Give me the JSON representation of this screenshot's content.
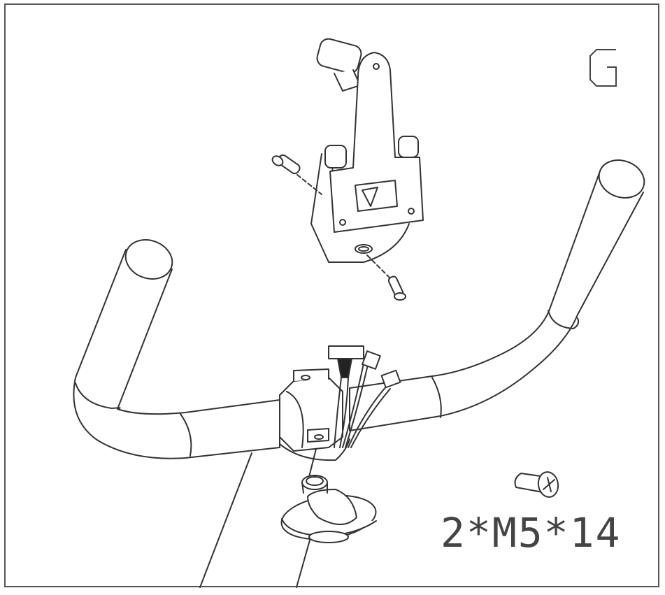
{
  "diagram": {
    "step_letter": "G",
    "hardware_spec": "2*M5*14",
    "hardware_icon": "phillips-screw-icon",
    "parts": [
      "console-mount-bracket",
      "handlebar",
      "handlebar-clamp",
      "console-wire-connectors",
      "screw-left",
      "screw-right",
      "handlebar-knob",
      "frame-post"
    ],
    "colors": {
      "line": "#333333",
      "background": "#ffffff",
      "frame": "#555555",
      "text": "#444444"
    }
  }
}
